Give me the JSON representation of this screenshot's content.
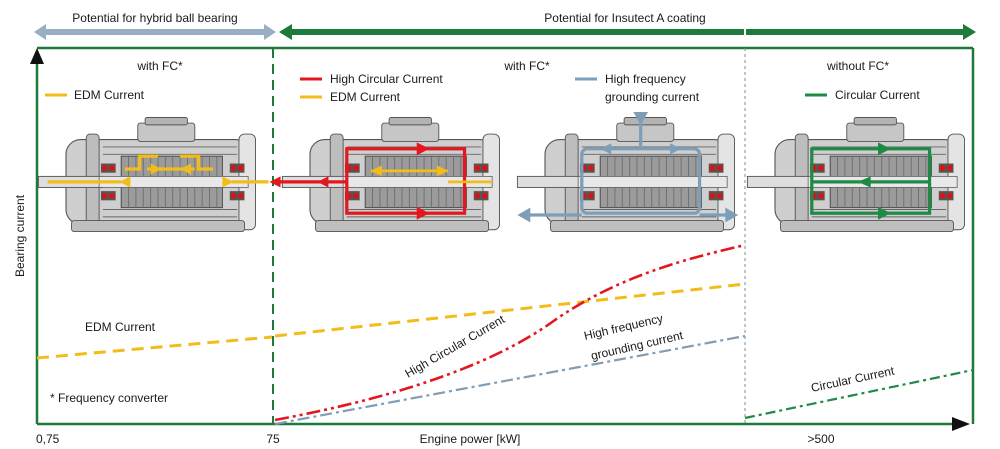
{
  "banner": {
    "hybrid_label": "Potential for hybrid ball bearing",
    "coating_label": "Potential for Insutect A coating"
  },
  "zones": [
    {
      "header": "with FC*"
    },
    {
      "header": "with FC*"
    },
    {
      "header": "without FC*"
    }
  ],
  "motor_legends": {
    "motor1": [
      "EDM Current"
    ],
    "motor2": [
      "High Circular Current",
      "EDM Current"
    ],
    "motor3": [
      "High frequency",
      "grounding current"
    ],
    "motor4": [
      "Circular Current"
    ]
  },
  "axes": {
    "y_label": "Bearing current",
    "x_label": "Engine power  [kW]",
    "x_ticks": [
      "0,75",
      "75",
      ">500"
    ]
  },
  "curve_labels": {
    "edm": "EDM Current",
    "high_circular": "High Circular Current",
    "hf_grounding": [
      "High frequency",
      "grounding current"
    ],
    "circular": "Circular Current"
  },
  "footnote": "* Frequency converter",
  "colors": {
    "frame_green": "#1e7a3a",
    "banner_grey": "#97aec4",
    "edm": "#f2bc1b",
    "high_circular": "#e3171d",
    "hf_grounding": "#7e9db6",
    "circular": "#1f8a45",
    "motor_body": "#d3d3d3"
  }
}
